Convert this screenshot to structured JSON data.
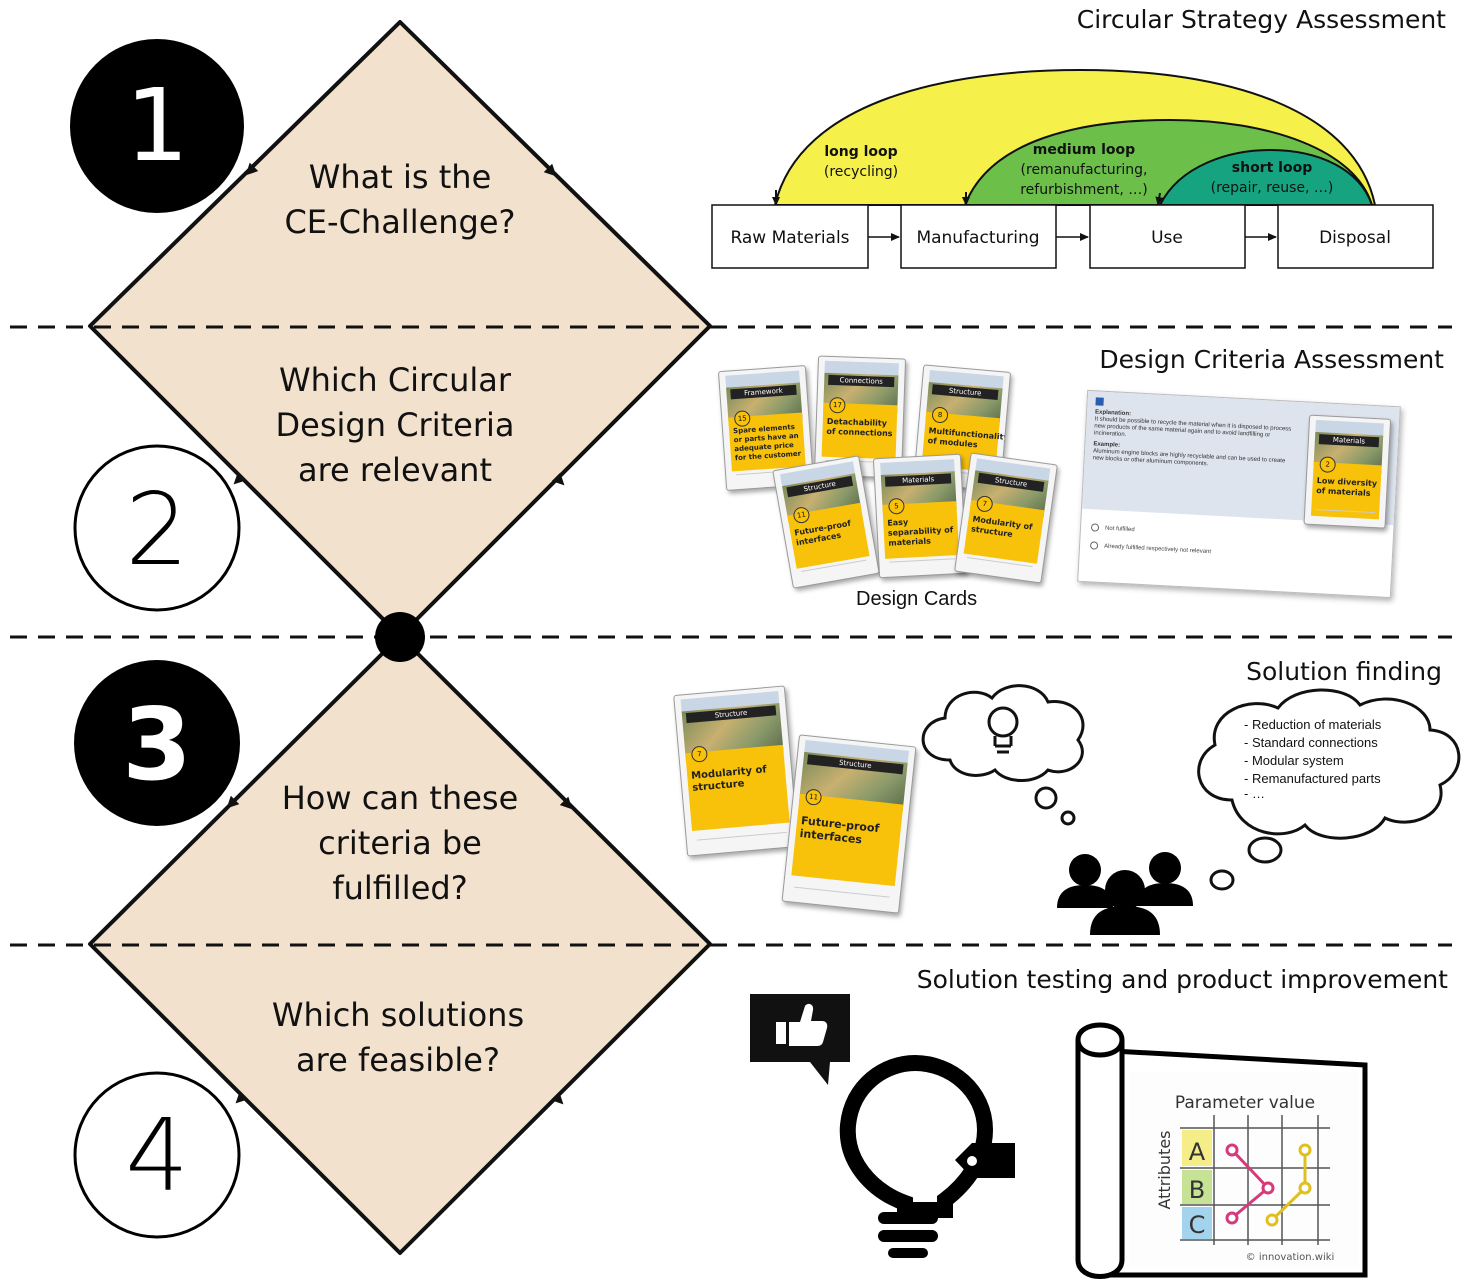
{
  "steps": [
    {
      "number": "1",
      "question_lines": [
        "What is the",
        "CE-Challenge?"
      ],
      "section_title": "Circular Strategy Assessment"
    },
    {
      "number": "2",
      "question_lines": [
        "Which Circular",
        "Design Criteria",
        "are relevant"
      ],
      "section_title": "Design Criteria Assessment"
    },
    {
      "number": "3",
      "question_lines": [
        "How can these",
        "criteria be",
        "fulfilled?"
      ],
      "section_title": "Solution finding"
    },
    {
      "number": "4",
      "question_lines": [
        "Which solutions",
        "are feasible?"
      ],
      "section_title": "Solution testing and product improvement"
    }
  ],
  "loops": {
    "long": {
      "title": "long loop",
      "detail": "(recycling)"
    },
    "medium": {
      "title": "medium loop",
      "detail_1": "(remanufacturing,",
      "detail_2": "refurbishment, …)"
    },
    "short": {
      "title": "short loop",
      "detail": "(repair, reuse, …)"
    }
  },
  "process_boxes": [
    "Raw Materials",
    "Manufacturing",
    "Use",
    "Disposal"
  ],
  "design_cards_label": "Design Cards",
  "cards": [
    {
      "category": "Framework",
      "number": "15",
      "text": "Spare elements or parts have an adequate price for the customer"
    },
    {
      "category": "Connections",
      "number": "17",
      "text": "Detachability of connections"
    },
    {
      "category": "Structure",
      "number": "8",
      "text": "Multifunctionality of modules"
    },
    {
      "category": "Structure",
      "number": "11",
      "text": "Future-proof interfaces"
    },
    {
      "category": "Materials",
      "number": "5",
      "text": "Easy separability of materials"
    },
    {
      "category": "Structure",
      "number": "7",
      "text": "Modularity of structure"
    }
  ],
  "assessment_form": {
    "explanation_label": "Explanation:",
    "explanation_text": "It should be possible to recycle the material when it is disposed to process new products of the same material again and to avoid landfilling or incineration.",
    "example_label": "Example:",
    "example_text": "Aluminum engine blocks are highly recyclable and can be used to create new blocks or other aluminum components.",
    "option_1": "Not fulfilled",
    "option_2": "Already fulfilled respectively not relevant",
    "card_category": "Materials",
    "card_number": "2",
    "card_text": "Low diversity of materials"
  },
  "solution_cards": [
    {
      "category": "Structure",
      "number": "7",
      "text": "Modularity of structure"
    },
    {
      "category": "Structure",
      "number": "11",
      "text": "Future-proof interfaces"
    }
  ],
  "solution_ideas": [
    "Reduction of materials",
    "Standard connections",
    "Modular system",
    "Remanufactured parts",
    "…"
  ],
  "chart_sketch": {
    "title": "Parameter value",
    "axis_label": "Attributes",
    "rows": [
      "A",
      "B",
      "C"
    ],
    "credit": "© innovation.wiki"
  },
  "colors": {
    "diamond_fill": "#f2e1cc",
    "long_loop": "#f5f04a",
    "medium_loop": "#6cc04a",
    "short_loop": "#16a37f",
    "card_yellow": "#f8c10a"
  },
  "icons": [
    "thumbs-up-speech-icon",
    "lightbulb-icon",
    "thought-cloud-icon",
    "people-group-icon",
    "price-tag-icon",
    "scroll-icon"
  ]
}
